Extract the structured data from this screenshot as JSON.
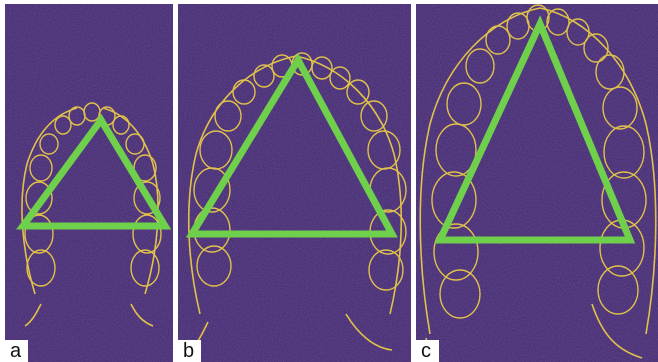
{
  "panels": [
    {
      "id": "a",
      "label": "a"
    },
    {
      "id": "b",
      "label": "b"
    },
    {
      "id": "c",
      "label": "c"
    }
  ],
  "colors": {
    "background": "#3e2668",
    "outline": "#e0c24a",
    "triangle": "#6fd04c",
    "gap": "#ffffff"
  }
}
